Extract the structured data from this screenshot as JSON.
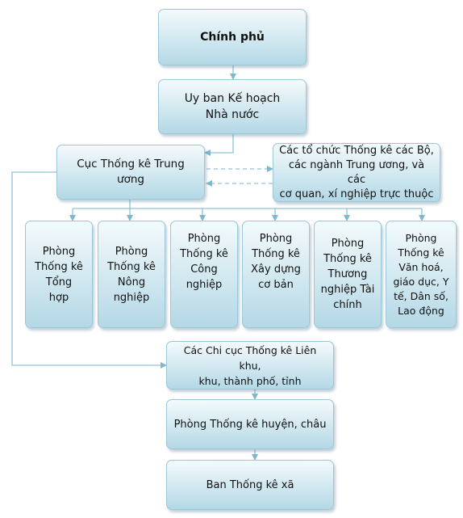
{
  "nodes": {
    "chinh_phu": "Chính phủ",
    "uy_ban": "Uy ban Kế hoạch\nNhà nước",
    "cuc": "Cục Thống kê Trung ương",
    "to_chuc": "Các tổ chức Thống kê các Bộ,\ncác ngành Trung ương, và các\ncơ quan, xí nghiệp trực thuộc",
    "phong_tong_hop": "Phòng\nThống kê\nTổng\nhợp",
    "phong_nong_nghiep": "Phòng\nThống kê\nNông\nnghiệp",
    "phong_cong_nghiep": "Phòng\nThống kê\nCông\nnghiệp",
    "phong_xay_dung": "Phòng\nThống kê\nXây dựng\ncơ bản",
    "phong_thuong_nghiep": "Phòng\nThống kê\nThương\nnghiệp Tài\nchính",
    "phong_van_hoa": "Phòng\nThống kê\nVăn hoá,\ngiáo dục, Y\ntế, Dân số,\nLao động",
    "chi_cuc": "Các Chi cục Thống kê Liên khu,\nkhu, thành phố, tỉnh",
    "phong_huyen": "Phòng Thống kê huyện, châu",
    "ban_xa": "Ban Thống kê xã"
  },
  "colors": {
    "line": "#8ec3d6",
    "arrow": "#7fb8cc"
  }
}
